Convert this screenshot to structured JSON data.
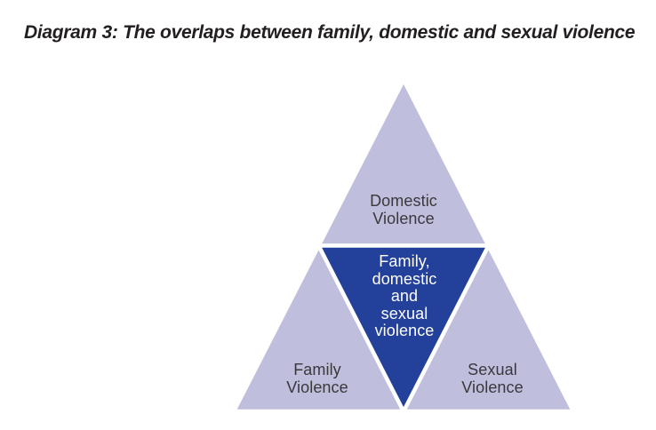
{
  "page": {
    "title": "Diagram 3: The overlaps between family, domestic and sexual violence",
    "background": "#ffffff",
    "title_color": "#231f20"
  },
  "diagram": {
    "type": "triangle-overlap-diagram",
    "colors": {
      "outer_triangle_fill": "#bfbedc",
      "center_triangle_fill": "#23409a",
      "separator": "#ffffff",
      "outer_label_text": "#3a383b",
      "center_label_text": "#ffffff"
    },
    "labels": {
      "top": "Domestic\nViolence",
      "center": "Family,\ndomestic\nand\nsexual\nviolence",
      "bottom_left": "Family\nViolence",
      "bottom_right": "Sexual\nViolence"
    }
  }
}
